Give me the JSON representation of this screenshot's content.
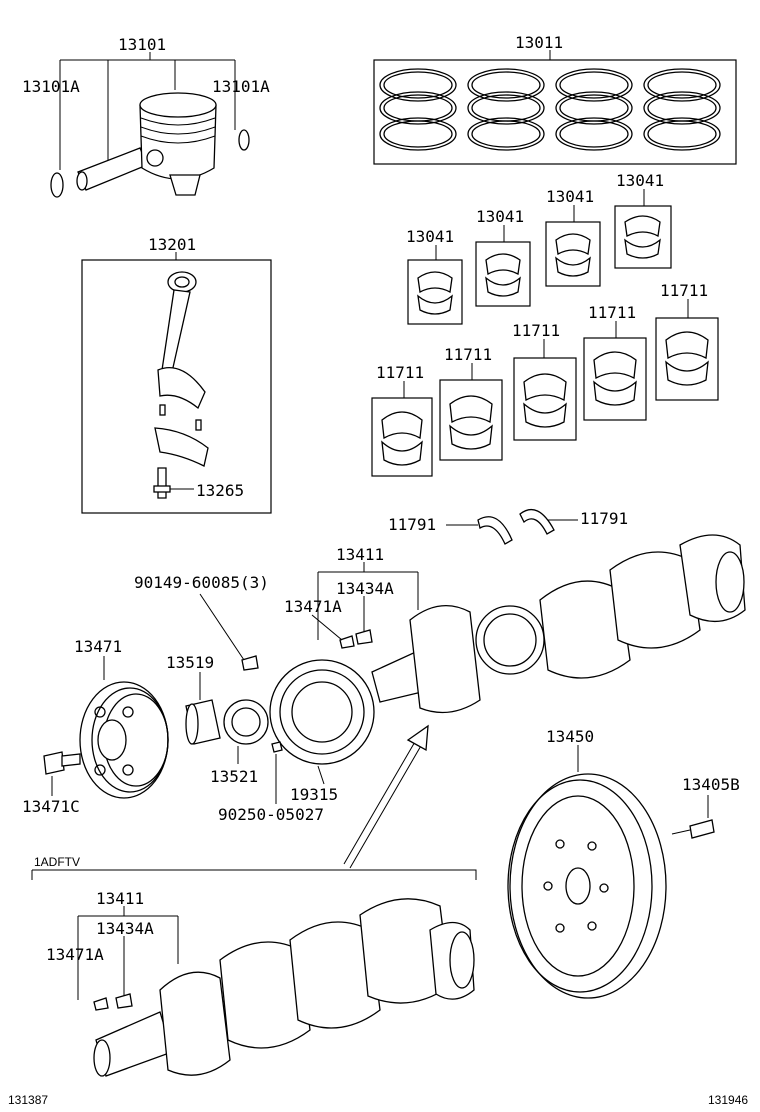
{
  "labels": {
    "p13101": "13101",
    "p13101a_left": "13101A",
    "p13101a_right": "13101A",
    "p13011": "13011",
    "p13201": "13201",
    "p13265": "13265",
    "p13041_a": "13041",
    "p13041_b": "13041",
    "p13041_c": "13041",
    "p13041_d": "13041",
    "p11711_a": "11711",
    "p11711_b": "11711",
    "p11711_c": "11711",
    "p11711_d": "11711",
    "p11711_e": "11711",
    "p11791_left": "11791",
    "p11791_right": "11791",
    "p13411": "13411",
    "p13434a": "13434A",
    "p13471a": "13471A",
    "p90149": "90149-60085(3)",
    "p13471": "13471",
    "p13519": "13519",
    "p13521": "13521",
    "p19315": "19315",
    "p90250": "90250-05027",
    "p13471c": "13471C",
    "p13450": "13450",
    "p13405b": "13405B",
    "variant": "1ADFTV",
    "p13411_v": "13411",
    "p13434a_v": "13434A",
    "p13471a_v": "13471A"
  },
  "footer": {
    "left_code": "131387",
    "right_code": "131946"
  }
}
